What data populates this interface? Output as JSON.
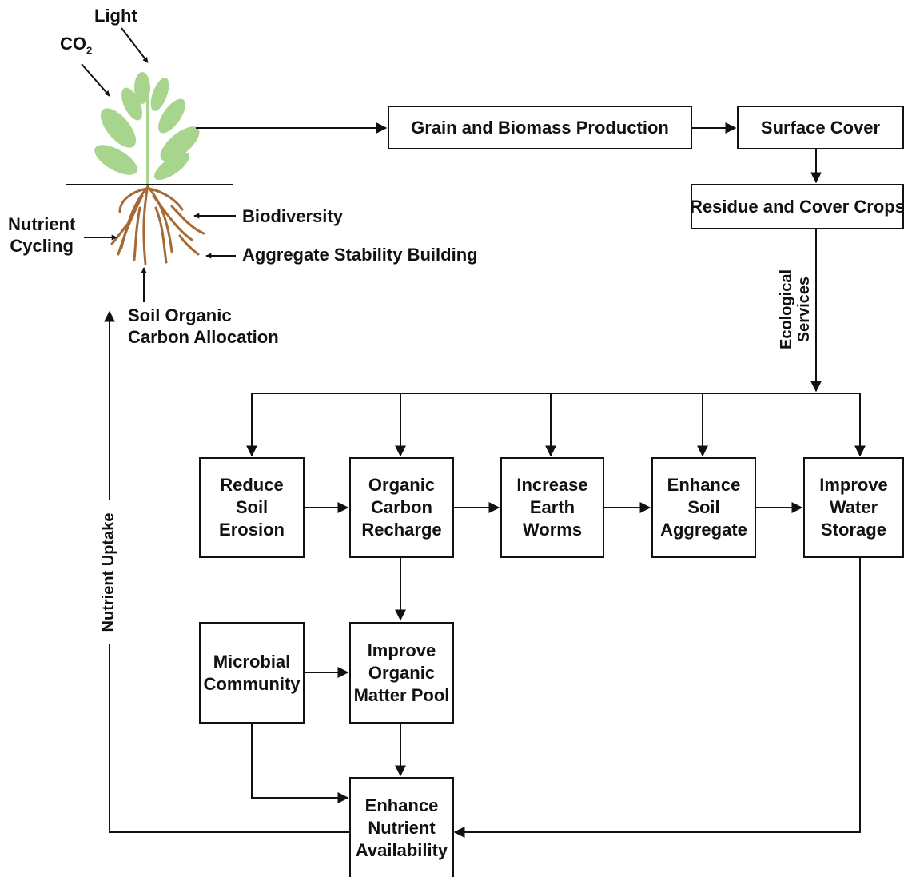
{
  "plant": {
    "light_label": "Light",
    "co2_label": "CO",
    "co2_subscript": "2",
    "nutrient_cycling_label": "Nutrient\nCycling",
    "biodiversity_label": "Biodiversity",
    "aggregate_stability_label": "Aggregate Stability Building",
    "soil_carbon_label": "Soil Organic\nCarbon Allocation",
    "leaf_color": "#a8d58e",
    "root_color": "#a56a34"
  },
  "boxes": {
    "grain": "Grain and Biomass Production",
    "surface_cover": "Surface Cover",
    "residue": "Residue and Cover Crops",
    "reduce_erosion": "Reduce\nSoil\nErosion",
    "organic_carbon": "Organic\nCarbon\nRecharge",
    "earth_worms": "Increase\nEarth\nWorms",
    "soil_aggregate": "Enhance\nSoil\nAggregate",
    "water_storage": "Improve\nWater\nStorage",
    "microbial": "Microbial\nCommunity",
    "organic_matter": "Improve\nOrganic\nMatter Pool",
    "nutrient_availability": "Enhance\nNutrient\nAvailability"
  },
  "edges": {
    "ecological_services": "Ecological\nServices",
    "nutrient_uptake": "Nutrient Uptake"
  },
  "colors": {
    "ink": "#111111"
  }
}
